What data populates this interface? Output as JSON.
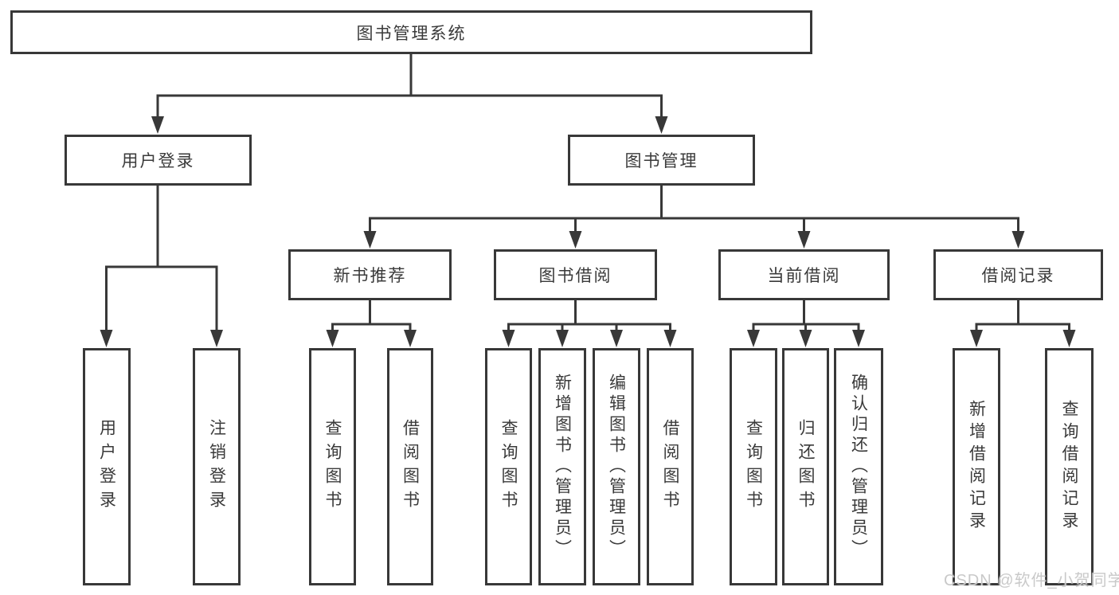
{
  "diagram_type": "hierarchy",
  "tree": {
    "root": {
      "label": "图书管理系统",
      "children": [
        {
          "label": "用户登录",
          "children": [
            {
              "label": "用户登录"
            },
            {
              "label": "注销登录"
            }
          ]
        },
        {
          "label": "图书管理",
          "children": [
            {
              "label": "新书推荐",
              "children": [
                {
                  "label": "查询图书"
                },
                {
                  "label": "借阅图书"
                }
              ]
            },
            {
              "label": "图书借阅",
              "children": [
                {
                  "label": "查询图书"
                },
                {
                  "label": "新增图书（管理员）"
                },
                {
                  "label": "编辑图书（管理员）"
                },
                {
                  "label": "借阅图书"
                }
              ]
            },
            {
              "label": "当前借阅",
              "children": [
                {
                  "label": "查询图书"
                },
                {
                  "label": "归还图书"
                },
                {
                  "label": "确认归还（管理员）"
                }
              ]
            },
            {
              "label": "借阅记录",
              "children": [
                {
                  "label": "新增借阅记录"
                },
                {
                  "label": "查询借阅记录"
                }
              ]
            }
          ]
        }
      ]
    }
  },
  "watermark": {
    "text": "CSDN @软件_小贺同学",
    "color": "#c9c9c9"
  },
  "colors": {
    "line": "#383838",
    "box_border": "#383838",
    "text": "#3a3a3a",
    "background": "#ffffff"
  }
}
